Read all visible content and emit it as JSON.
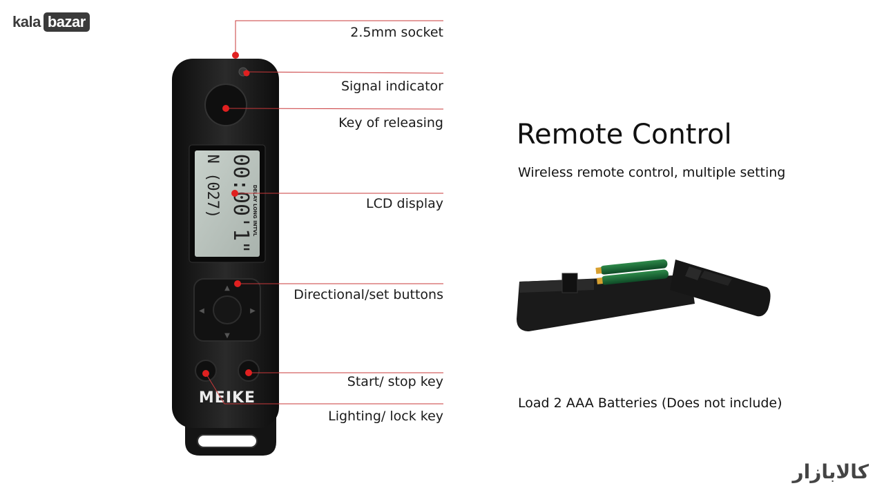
{
  "brand": {
    "logo_prefix": "kala",
    "logo_suffix": "bazar",
    "logo_fa": "کالابازار"
  },
  "device": {
    "brand_mark": "MEIKE",
    "lcd_line1": "00:00'1\"",
    "lcd_line2": "N (027)",
    "lcd_modes": "DELAY LONG INTVL"
  },
  "callouts": [
    {
      "label": "2.5mm socket"
    },
    {
      "label": "Signal indicator"
    },
    {
      "label": "Key of releasing"
    },
    {
      "label": "LCD display"
    },
    {
      "label": "Directional/set buttons"
    },
    {
      "label": "Start/ stop key"
    },
    {
      "label": "Lighting/ lock key"
    }
  ],
  "info": {
    "title": "Remote Control",
    "subtitle": "Wireless remote control, multiple setting",
    "battery_note": "Load 2 AAA  Batteries (Does not include)"
  },
  "colors": {
    "callout_line": "#c9383a",
    "callout_dot": "#e02020",
    "device_body": "#1c1c1c",
    "lcd": "#b9c3bd"
  }
}
